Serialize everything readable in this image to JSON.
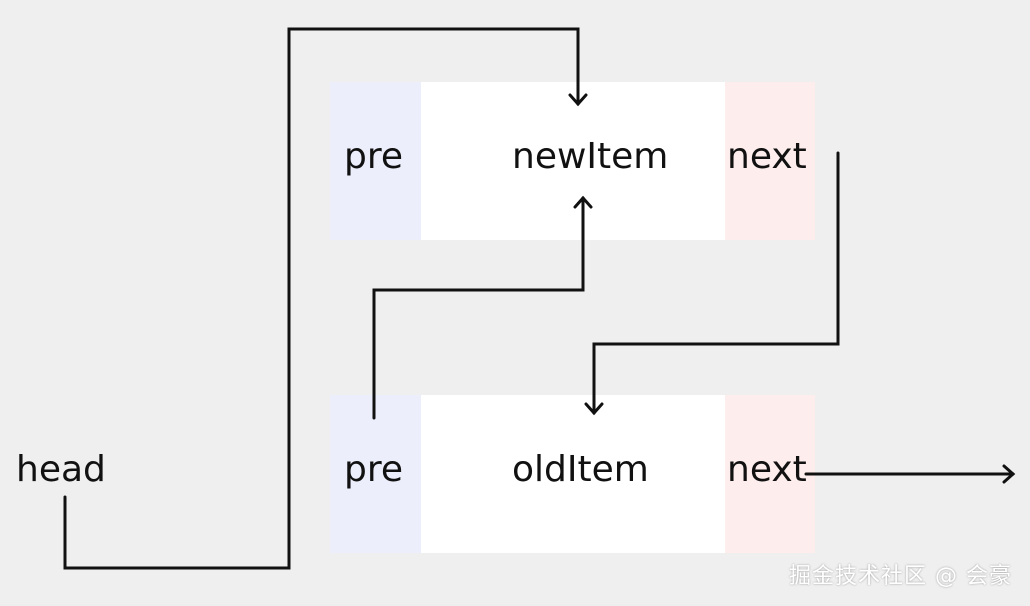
{
  "head_label": "head",
  "nodes": [
    {
      "pre": "pre",
      "name": "newItem",
      "next": "next"
    },
    {
      "pre": "pre",
      "name": "oldItem",
      "next": "next"
    }
  ],
  "colors": {
    "background": "#efefef",
    "pre_cell": "#eceefb",
    "body_cell": "#ffffff",
    "next_cell": "#fdeeed",
    "line": "#111111"
  },
  "watermark": "掘金技术社区 @ 会豪"
}
